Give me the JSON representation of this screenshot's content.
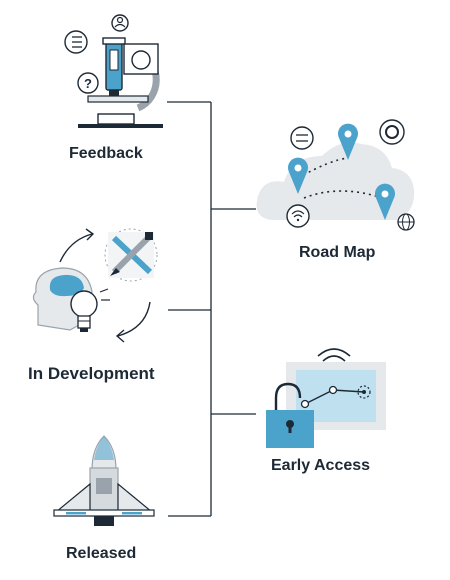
{
  "stages": {
    "feedback": {
      "label": "Feedback",
      "icon": "microscope-icon"
    },
    "in_development": {
      "label": "In Development",
      "icon": "head-lightbulb-icon"
    },
    "released": {
      "label": "Released",
      "icon": "space-shuttle-icon"
    }
  },
  "outcomes": {
    "road_map": {
      "label": "Road Map",
      "icon": "cloud-map-pins-icon"
    },
    "early_access": {
      "label": "Early Access",
      "icon": "padlock-screen-icon"
    }
  },
  "colors": {
    "navy": "#1d2a36",
    "accent_blue": "#4ba3cc",
    "light_blue": "#bfe0ef",
    "light_gray": "#e6e9ec",
    "mid_gray": "#9aa3ab",
    "connector": "#1d2a36"
  }
}
